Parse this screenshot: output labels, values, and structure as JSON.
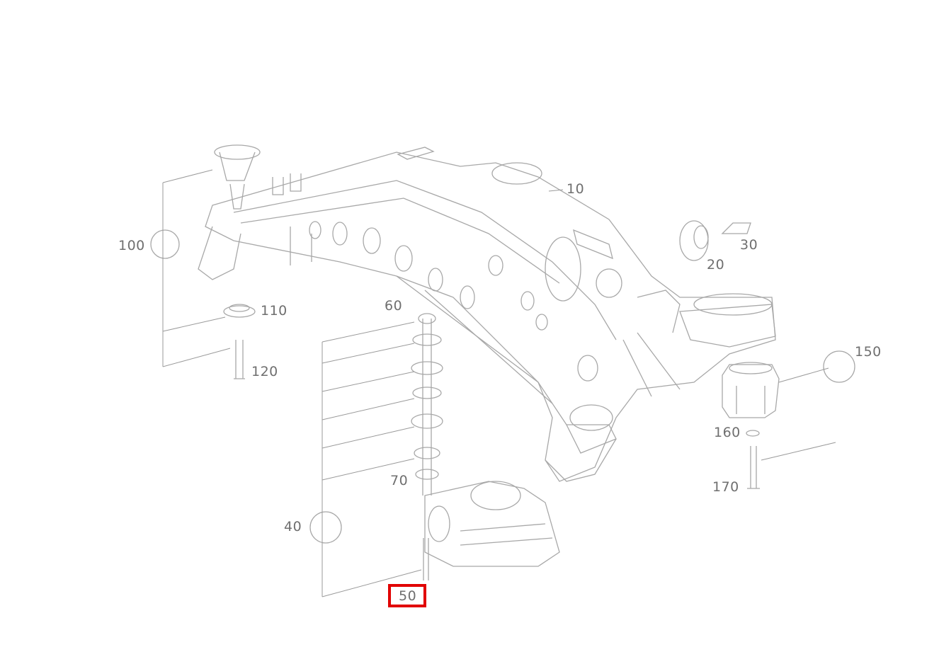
{
  "callouts": {
    "c10": "10",
    "c20": "20",
    "c30": "30",
    "c40": "40",
    "c50": "50",
    "c60": "60",
    "c70": "70",
    "c100": "100",
    "c110": "110",
    "c120": "120",
    "c150": "150",
    "c160": "160",
    "c170": "170"
  },
  "highlighted_callout": "50",
  "colors": {
    "line": "#9a9a9a",
    "highlight": "#e10000"
  },
  "icons": [
    "screw-icon",
    "bolt-icon",
    "washer-icon",
    "bushing-icon",
    "subframe-drawing"
  ]
}
